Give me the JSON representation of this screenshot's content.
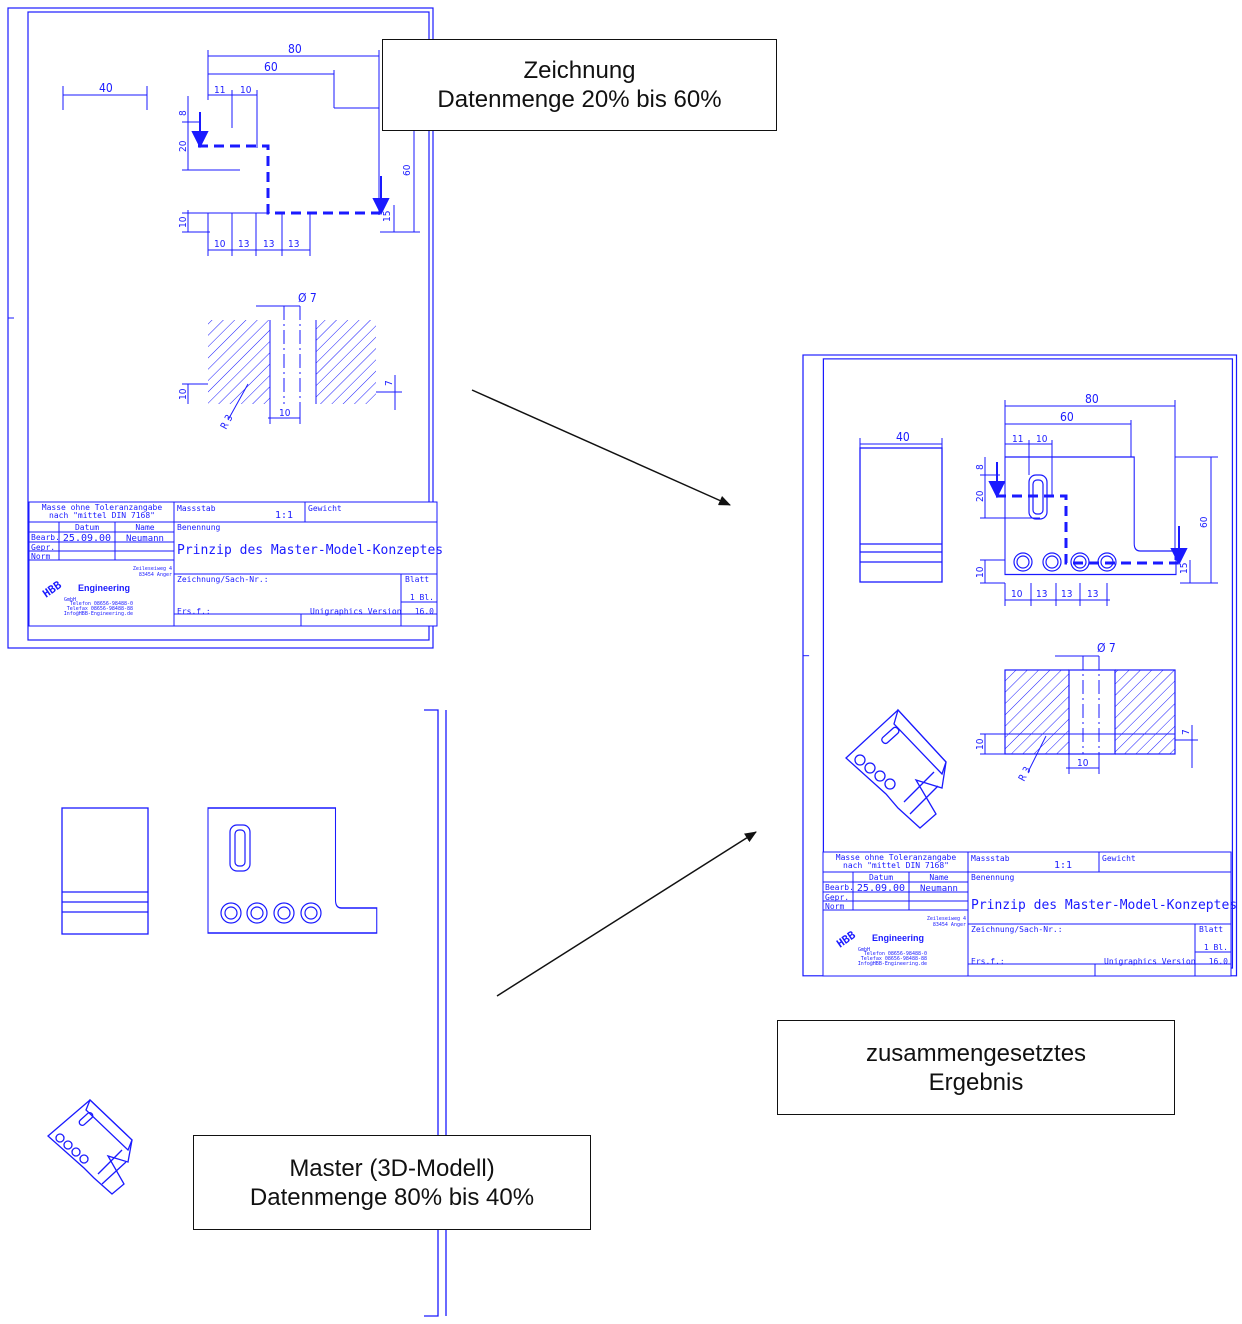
{
  "colors": {
    "line": "#1a1aff",
    "text": "#111111",
    "background": "#ffffff"
  },
  "callouts": {
    "drawing": {
      "line1": "Zeichnung",
      "line2": "Datenmenge 20% bis 60%"
    },
    "result": {
      "line1": "zusammengesetztes",
      "line2": "Ergebnis"
    },
    "master": {
      "line1": "Master (3D-Modell)",
      "line2": "Datenmenge 80% bis 40%"
    }
  },
  "dimensions": {
    "d80": "80",
    "d60": "60",
    "d40": "40",
    "d11": "11",
    "d10": "10",
    "d8": "8",
    "d20": "20",
    "d13": "13",
    "d15": "15",
    "d7": "7",
    "dia7": "Ø 7",
    "r3": "R 3"
  },
  "title_block": {
    "tolerance_note_1": "Masse ohne Toleranzangabe",
    "tolerance_note_2": "nach \"mittel DIN 7168\"",
    "col_date": "Datum",
    "col_name": "Name",
    "row_bearb": "Bearb.",
    "row_gepr": "Gepr.",
    "row_norm": "Norm",
    "date_value": "25.09.00",
    "name_value": "Neumann",
    "scale_label": "Massstab",
    "scale_value": "1:1",
    "weight_label": "Gewicht",
    "title_label": "Benennung",
    "title_value": "Prinzip des Master-Model-Konzeptes",
    "drawing_no_label": "Zeichnung/Sach-Nr.:",
    "sheet_label": "Blatt",
    "sheet_value": "1 Bl.",
    "replacement_label": "Ers.f.:",
    "software_label": "Unigraphics Version",
    "software_version": "16.0",
    "company_name": "Engineering",
    "company_logo": "HBB",
    "company_suffix": "GmbH",
    "company_address_1": "Zeileseiweg 4",
    "company_address_2": "83454 Anger",
    "company_phone": "Telefon 08656-98488-0",
    "company_fax": "Telefax 08656-98488-88",
    "company_email": "Info@HBB-Engineering.de"
  }
}
